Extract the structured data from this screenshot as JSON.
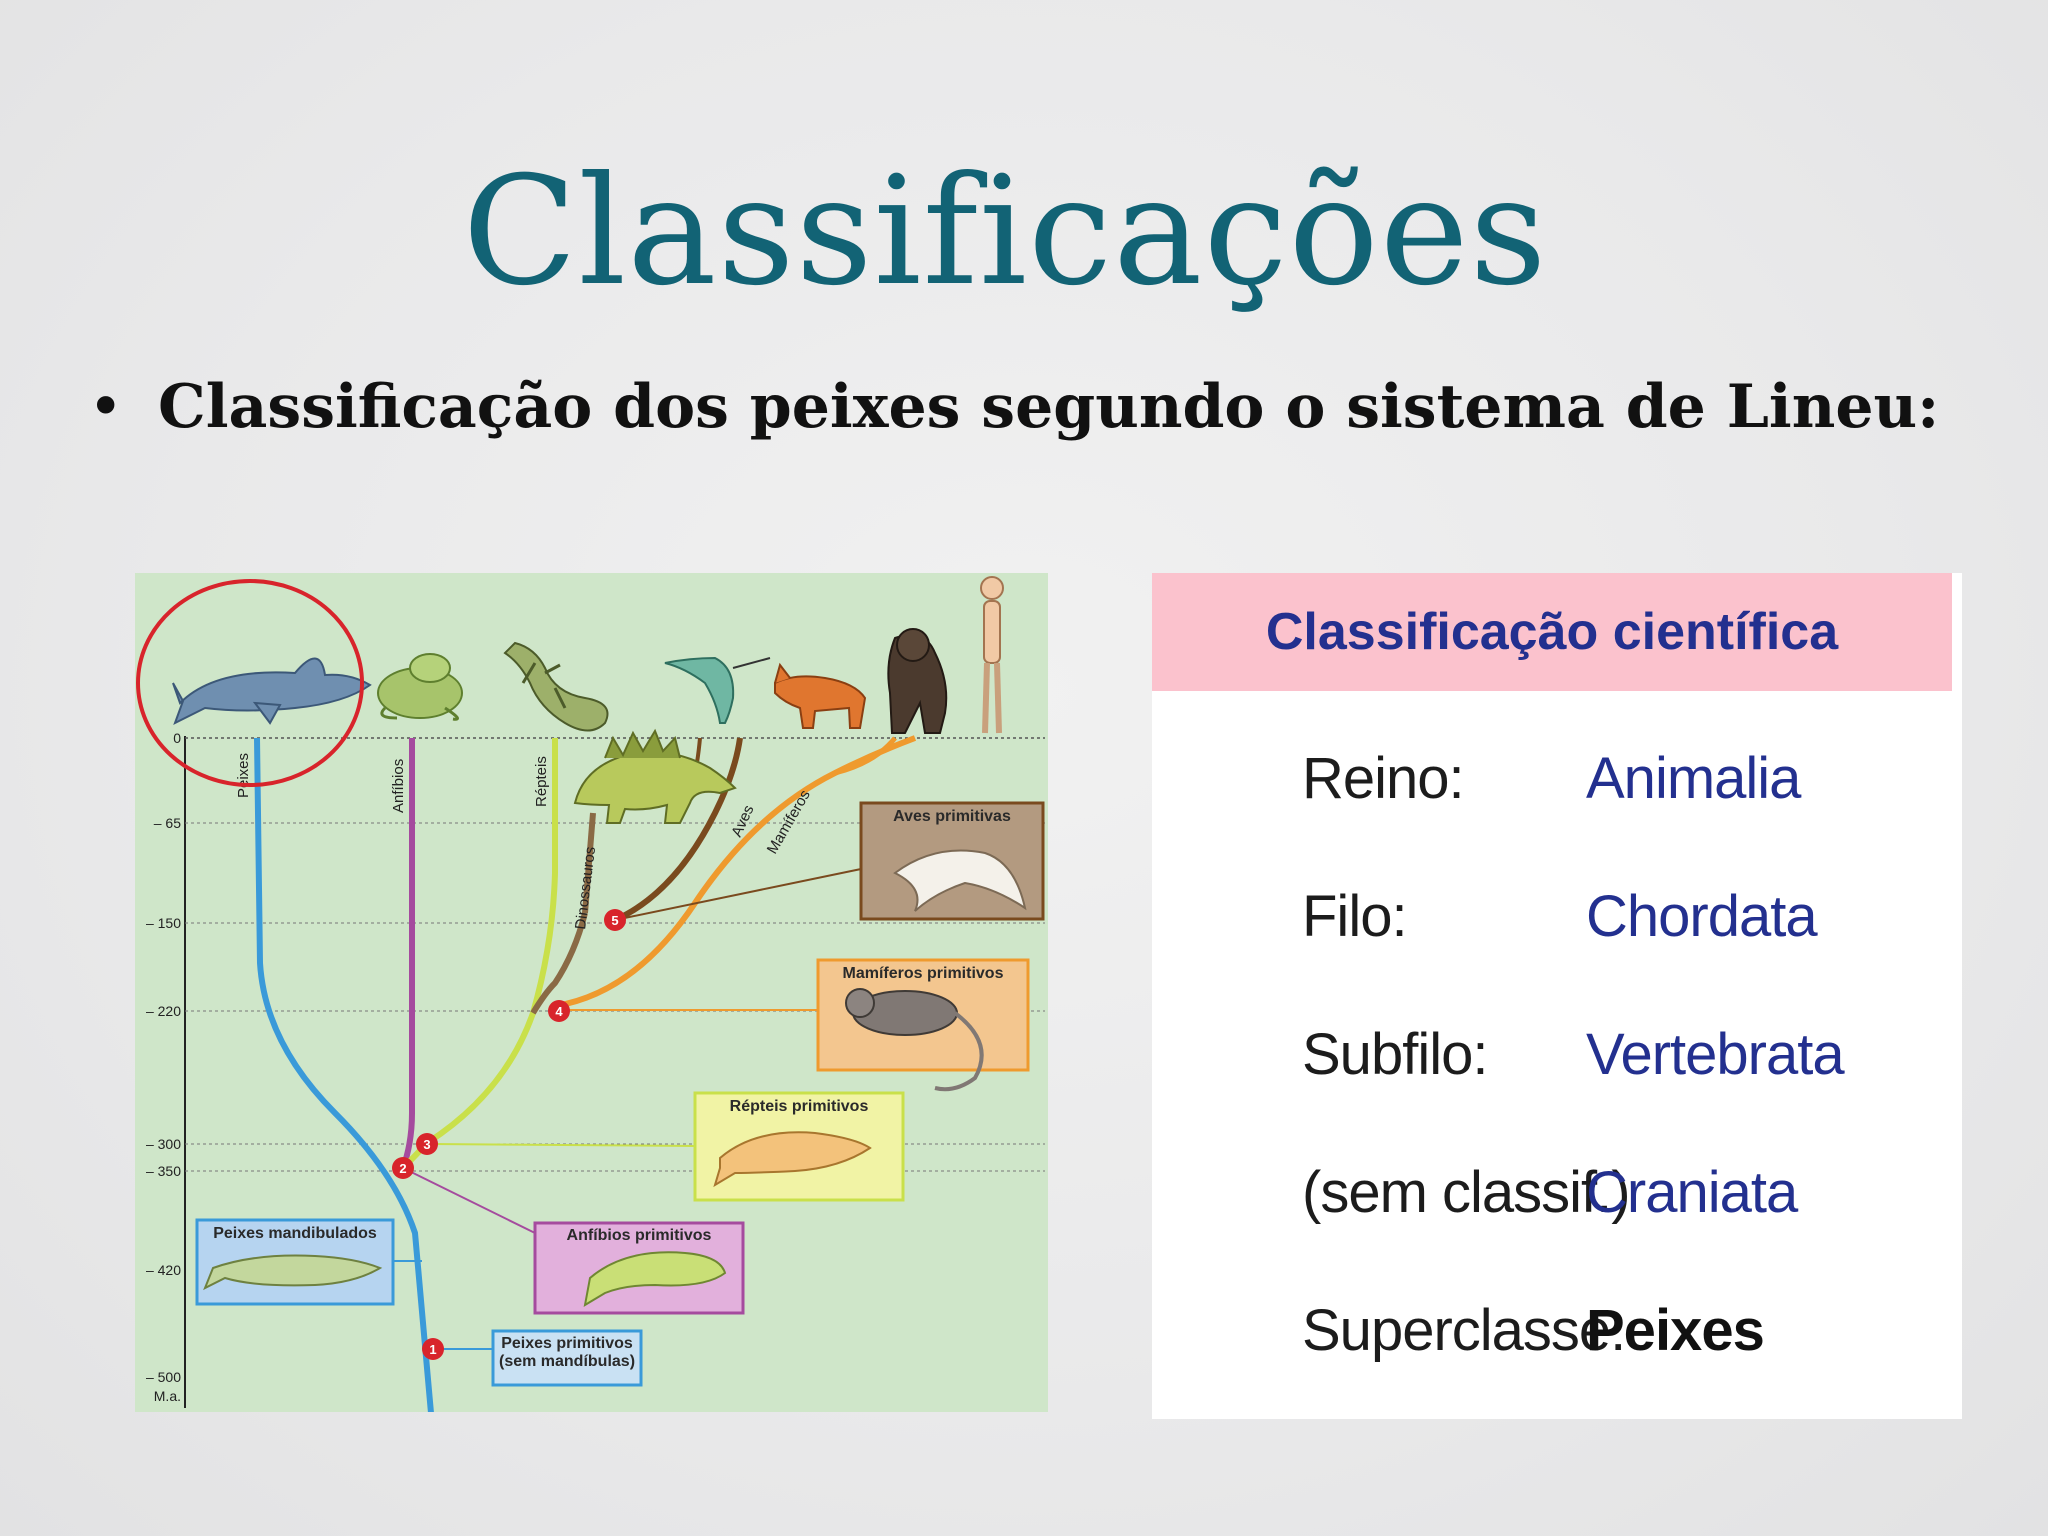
{
  "title": "Classificações",
  "bullet": "Classificação dos peixes segundo o sistema de Lineu:",
  "tree": {
    "axis_ticks": [
      "0",
      "– 65",
      "– 150",
      "– 220",
      "– 300",
      "– 350",
      "– 420",
      "– 500"
    ],
    "axis_unit": "M.a.",
    "branch_labels": [
      "Peixes",
      "Anfíbios",
      "Répteis",
      "Dinossauros",
      "Aves",
      "Mamíferos"
    ],
    "nodes": [
      "1",
      "2",
      "3",
      "4",
      "5"
    ],
    "boxes": {
      "aves_primitivas": "Aves primitivas",
      "mamiferos_primitivos": "Mamíferos primitivos",
      "repteis_primitivos": "Répteis primitivos",
      "anfibios_primitivos": "Anfíbios primitivos",
      "peixes_mandibulados": "Peixes mandibulados",
      "peixes_primitivos_1": "Peixes primitivos",
      "peixes_primitivos_2": "(sem mandíbulas)"
    },
    "colors": {
      "peixes": "#3a9ad9",
      "anfibios": "#a54b9e",
      "repteis": "#c9e04a",
      "dinossauros": "#8a6a45",
      "aves": "#7a4a1e",
      "mamiferos": "#ef9a2e",
      "node": "#d8242b",
      "highlight": "#d8242b"
    }
  },
  "classification": {
    "header": "Classificação científica",
    "rows": [
      {
        "key": "Reino:",
        "value": "Animalia"
      },
      {
        "key": "Filo:",
        "value": "Chordata"
      },
      {
        "key": "Subfilo:",
        "value": "Vertebrata"
      },
      {
        "key": "(sem classif.)",
        "value": "Craniata"
      },
      {
        "key": "Superclasse:",
        "value": "Peixes"
      }
    ],
    "colors": {
      "header_bg": "#fbc2cd",
      "header_text": "#23308f",
      "value_text": "#23308f"
    }
  }
}
